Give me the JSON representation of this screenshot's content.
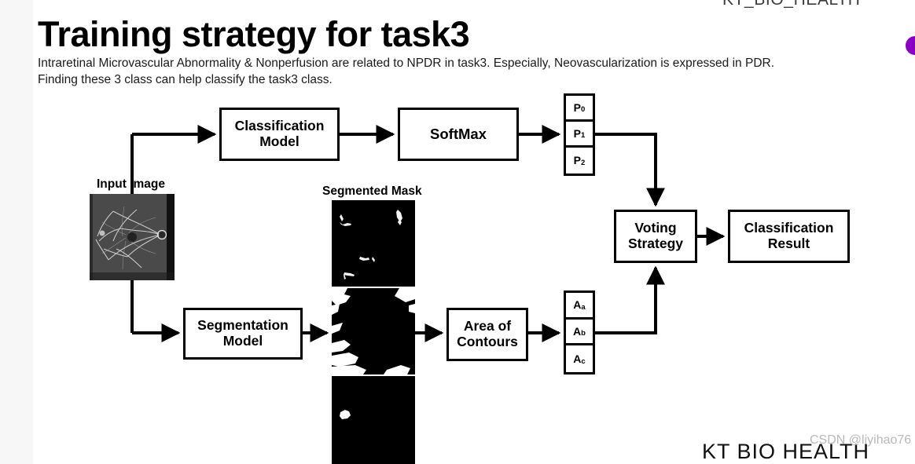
{
  "slide": {
    "clipped_header": "KT_BIO_HEALTH",
    "title": "Training strategy for task3",
    "subtitle_line1": "Intraretinal Microvascular Abnormality & Nonperfusion are related to NPDR in task3. Especially, Neovascularization is expressed in PDR.",
    "subtitle_line2": "Finding these 3 class can help classify the task3 class.",
    "footer_brand": "KT BIO HEALTH",
    "watermark": "CSDN @liyihao76"
  },
  "diagram": {
    "boxes": {
      "classification_model": "Classification\nModel",
      "classification_model_l1": "Classification",
      "classification_model_l2": "Model",
      "softmax": "SoftMax",
      "voting_l1": "Voting",
      "voting_l2": "Strategy",
      "result_l1": "Classification",
      "result_l2": "Result",
      "segmentation_l1": "Segmentation",
      "segmentation_l2": "Model",
      "area_l1": "Area of",
      "area_l2": "Contours"
    },
    "labels": {
      "input_image": "Input Image",
      "segmented_mask": "Segmented Mask"
    },
    "probability_stack": [
      {
        "base": "P",
        "sub": "0"
      },
      {
        "base": "P",
        "sub": "1"
      },
      {
        "base": "P",
        "sub": "2"
      }
    ],
    "area_stack": [
      {
        "base": "A",
        "sub": "a"
      },
      {
        "base": "A",
        "sub": "b"
      },
      {
        "base": "A",
        "sub": "c"
      }
    ]
  },
  "colors": {
    "slide_background": "#ffffff",
    "page_background": "#f2f2f2",
    "stroke": "#000000",
    "accent_dot": "#8a00c2",
    "watermark": "#b9b9b9"
  }
}
